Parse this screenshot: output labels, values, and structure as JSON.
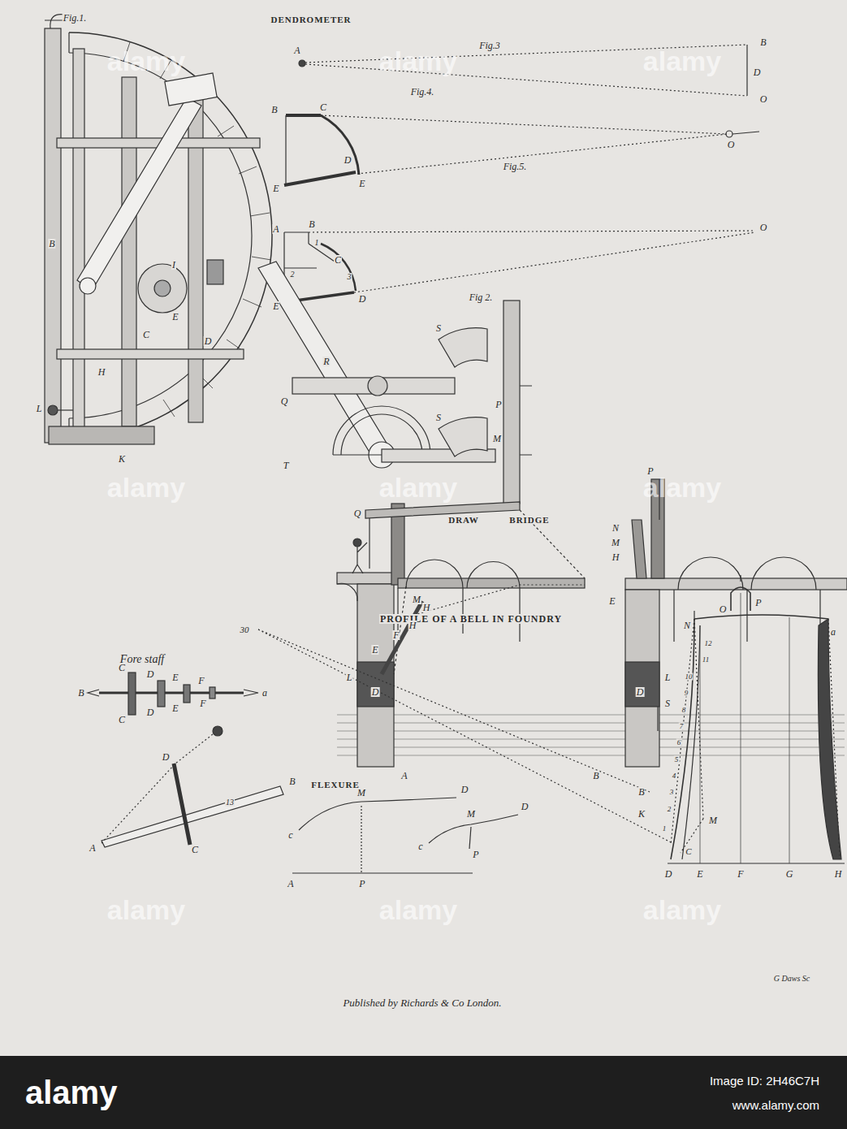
{
  "diagram": {
    "caption": "Published by Richards & Co London.",
    "labels": [
      "Fig.1.",
      "DENDROMETER",
      "Fig.3",
      "Fig.4.",
      "Fig.5.",
      "Fig 2.",
      "DRAW",
      "BRIDGE",
      "PROFILE OF A BELL IN FOUNDRY",
      "Fore staff",
      "FLEXURE",
      "G Daws Sc",
      "A",
      "B",
      "D",
      "O",
      "B",
      "C",
      "D",
      "E",
      "E",
      "O",
      "A",
      "B",
      "1",
      "C",
      "2",
      "3",
      "E",
      "D",
      "O",
      "B",
      "I",
      "E",
      "C",
      "D",
      "H",
      "L",
      "K",
      "R",
      "Q",
      "T",
      "S",
      "P",
      "S",
      "M",
      "P",
      "Q",
      "N",
      "M",
      "H",
      "M",
      "H",
      "H",
      "E",
      "F",
      "E",
      "L",
      "D",
      "L",
      "D",
      "S",
      "A",
      "B",
      "30",
      "N",
      "O",
      "P",
      "a",
      "12",
      "11",
      "10",
      "9",
      "8",
      "7",
      "6",
      "5",
      "4",
      "3",
      "2",
      "1",
      "B",
      "K",
      "M",
      "C",
      "D",
      "E",
      "F",
      "G",
      "H",
      "B",
      "C",
      "D",
      "E",
      "F",
      "a",
      "C",
      "D",
      "E",
      "F",
      "D",
      "B",
      "13",
      "A",
      "C",
      "M",
      "D",
      "c",
      "A",
      "P",
      "M",
      "D",
      "c",
      "P",
      "alamy",
      "alamy",
      "alamy",
      "alamy",
      "alamy",
      "alamy",
      "alamy",
      "alamy",
      "alamy",
      "alamy",
      "Image ID: 2H46C7H",
      "www.alamy.com"
    ]
  }
}
